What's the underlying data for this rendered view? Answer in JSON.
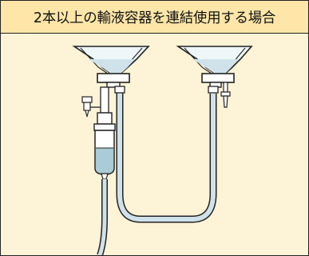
{
  "header": {
    "title": "2本以上の輸液容器を連結使用する場合"
  },
  "colors": {
    "panel_background": "#fdf3d7",
    "title_background": "#fde6a8",
    "tube_fill": "#cfe2ea",
    "fluid_fill": "#aacbd8",
    "outline": "#222222"
  },
  "illustration": {
    "containers": [
      "infusion-container-left",
      "infusion-container-right"
    ]
  }
}
